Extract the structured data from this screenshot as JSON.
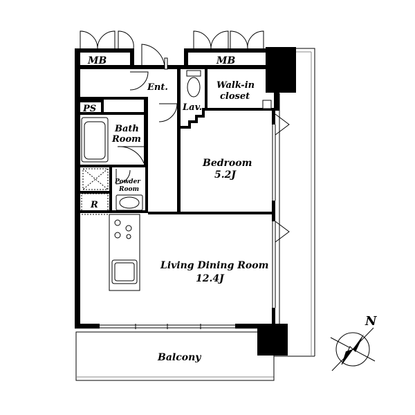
{
  "rooms": {
    "mb_left": "MB",
    "mb_right": "MB",
    "entrance": "Ent.",
    "lavatory": "Lav.",
    "walkin_line1": "Walk-in",
    "walkin_line2": "closet",
    "ps": "PS",
    "bath_line1": "Bath",
    "bath_line2": "Room",
    "powder_line1": "Powder",
    "powder_line2": "Room",
    "refrigerator": "R",
    "bedroom_name": "Bedroom",
    "bedroom_size": "5.2J",
    "ldk_name": "Living Dining Room",
    "ldk_size": "12.4J",
    "balcony": "Balcony"
  },
  "compass": {
    "north": "N"
  }
}
